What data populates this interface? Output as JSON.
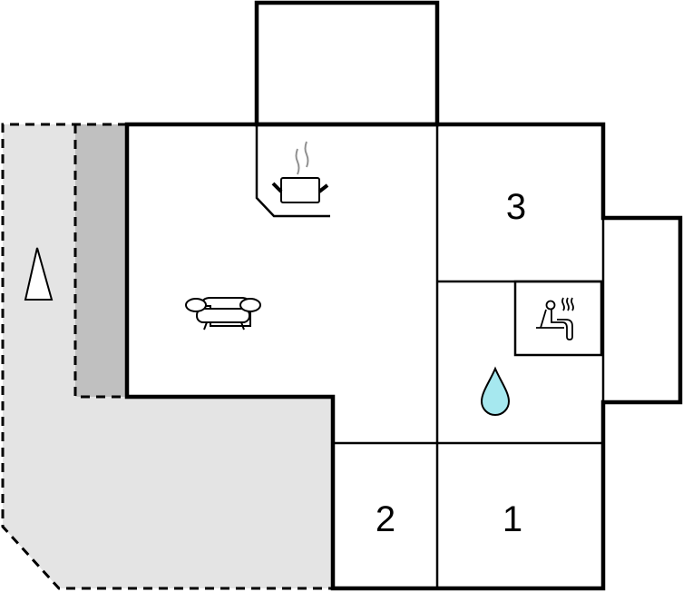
{
  "rooms": {
    "bedroom_3": "3",
    "bedroom_2": "2",
    "bedroom_1": "1"
  },
  "icons": {
    "compass": "north-arrow-icon",
    "kitchen": "cooking-pot-icon",
    "living": "sofa-icon",
    "sauna": "sauna-icon",
    "bathroom": "water-drop-icon"
  },
  "colors": {
    "terrace": "#e4e4e4",
    "covered_terrace": "#c0c0c0",
    "water": "#a6e8ef",
    "steam": "#909090",
    "walls": "#000000"
  }
}
